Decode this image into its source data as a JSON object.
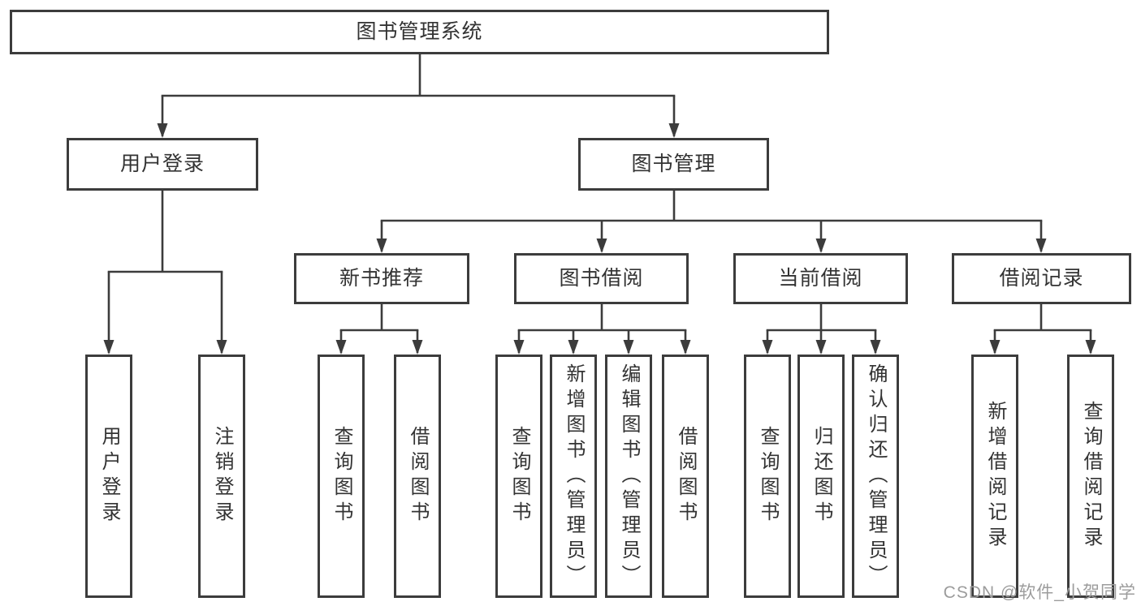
{
  "nodes": {
    "root": "图书管理系统",
    "userLogin": "用户登录",
    "bookMgmt": "图书管理",
    "newBookRec": "新书推荐",
    "bookBorrow": "图书借阅",
    "currentBorrow": "当前借阅",
    "borrowRecord": "借阅记录"
  },
  "leaves": [
    "用户登录",
    "注销登录",
    "查询图书",
    "借阅图书",
    "查询图书",
    "新增图书（管理员）",
    "编辑图书（管理员）",
    "借阅图书",
    "查询图书",
    "归还图书",
    "确认归还（管理员）",
    "新增借阅记录",
    "查询借阅记录"
  ],
  "edges": [
    {
      "from": "root",
      "to": "userLogin"
    },
    {
      "from": "root",
      "to": "bookMgmt"
    },
    {
      "from": "userLogin",
      "to": "leaf:0"
    },
    {
      "from": "userLogin",
      "to": "leaf:1"
    },
    {
      "from": "bookMgmt",
      "to": "newBookRec"
    },
    {
      "from": "bookMgmt",
      "to": "bookBorrow"
    },
    {
      "from": "bookMgmt",
      "to": "currentBorrow"
    },
    {
      "from": "bookMgmt",
      "to": "borrowRecord"
    },
    {
      "from": "newBookRec",
      "to": "leaf:2"
    },
    {
      "from": "newBookRec",
      "to": "leaf:3"
    },
    {
      "from": "bookBorrow",
      "to": "leaf:4"
    },
    {
      "from": "bookBorrow",
      "to": "leaf:5"
    },
    {
      "from": "bookBorrow",
      "to": "leaf:6"
    },
    {
      "from": "bookBorrow",
      "to": "leaf:7"
    },
    {
      "from": "currentBorrow",
      "to": "leaf:8"
    },
    {
      "from": "currentBorrow",
      "to": "leaf:9"
    },
    {
      "from": "currentBorrow",
      "to": "leaf:10"
    },
    {
      "from": "borrowRecord",
      "to": "leaf:11"
    },
    {
      "from": "borrowRecord",
      "to": "leaf:12"
    }
  ],
  "watermark": "CSDN @软件_小贺同学",
  "colors": {
    "line": "#3c3c3c",
    "text": "#333333",
    "watermark": "#9c9c9c",
    "background": "#ffffff"
  }
}
